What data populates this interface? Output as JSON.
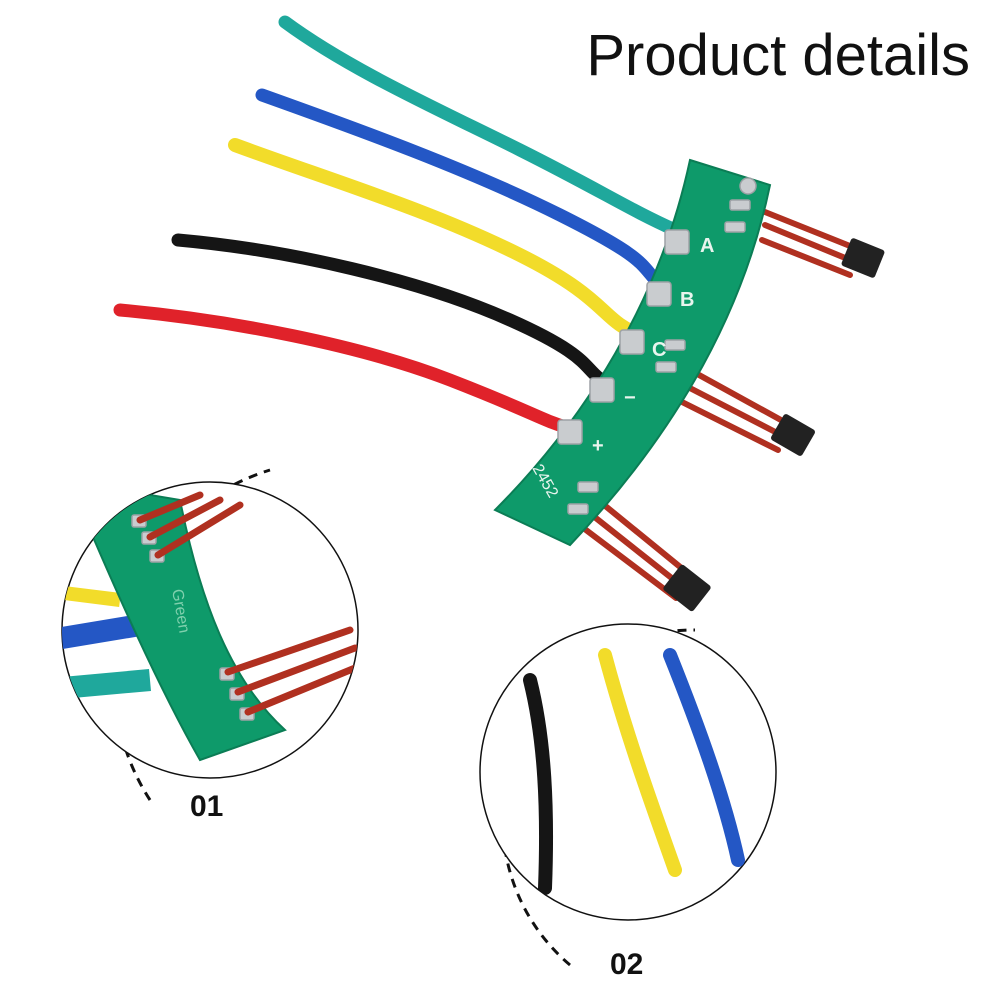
{
  "header": {
    "title": "Product details"
  },
  "board": {
    "pad_labels": [
      "A",
      "B",
      "C",
      "−",
      "+"
    ],
    "part_number": "2452"
  },
  "details": [
    {
      "label": "01",
      "silkscreen": "Green"
    },
    {
      "label": "02"
    }
  ],
  "colors": {
    "pcb": "#0e9a6a",
    "wire_teal": "#1fa89c",
    "wire_blue": "#2457c5",
    "wire_yellow": "#f2dc2a",
    "wire_black": "#151515",
    "wire_red": "#e0222a",
    "sensor_lead": "#b03020"
  }
}
